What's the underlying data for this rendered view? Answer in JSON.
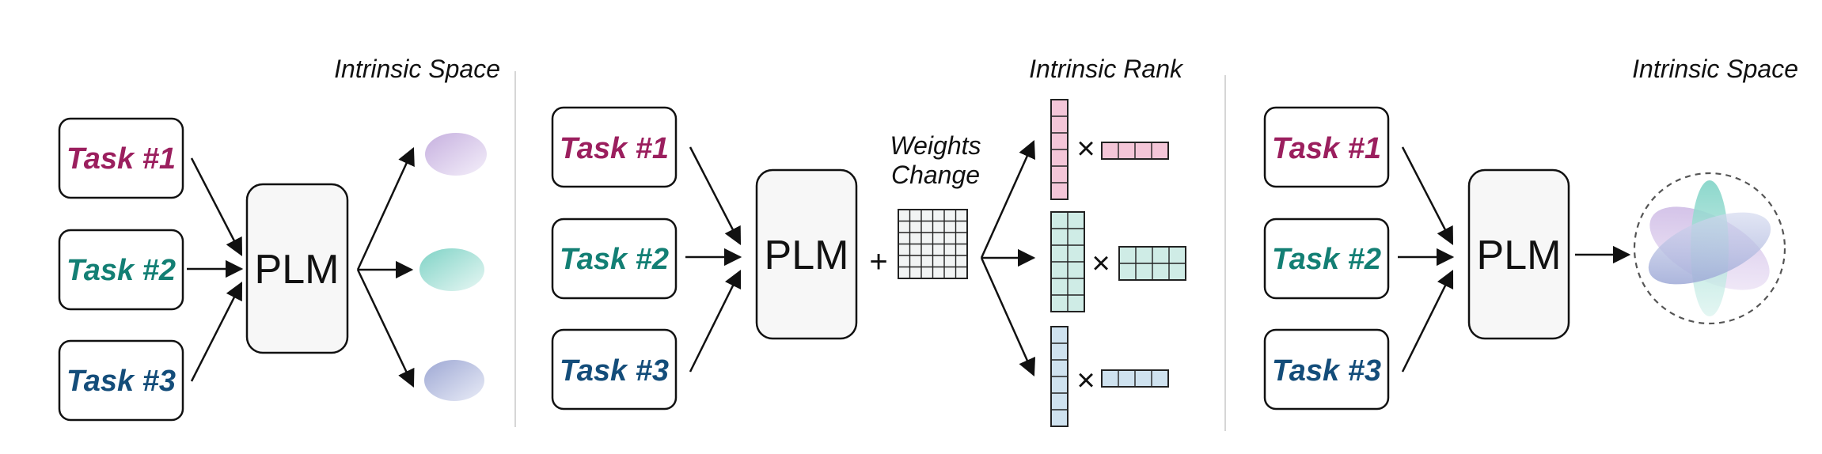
{
  "panels": {
    "left": {
      "caption": "Intrinsic Space"
    },
    "middle": {
      "caption": "Intrinsic Rank",
      "weights_label_line1": "Weights",
      "weights_label_line2": "Change"
    },
    "right": {
      "caption": "Intrinsic Space"
    }
  },
  "tasks": [
    "Task #1",
    "Task #2",
    "Task #3"
  ],
  "model_label": "PLM",
  "operators": {
    "plus": "+",
    "times": "×"
  },
  "colors": {
    "task1": "#9b1f5e",
    "task2": "#137f74",
    "task3": "#144d7a",
    "pink": "#f4c6d8",
    "teal": "#cfece6",
    "blue": "#cfe2ef",
    "grid": "#f2f4f4",
    "purple": "#c9b6e0",
    "box_fill": "#f7f7f7"
  }
}
